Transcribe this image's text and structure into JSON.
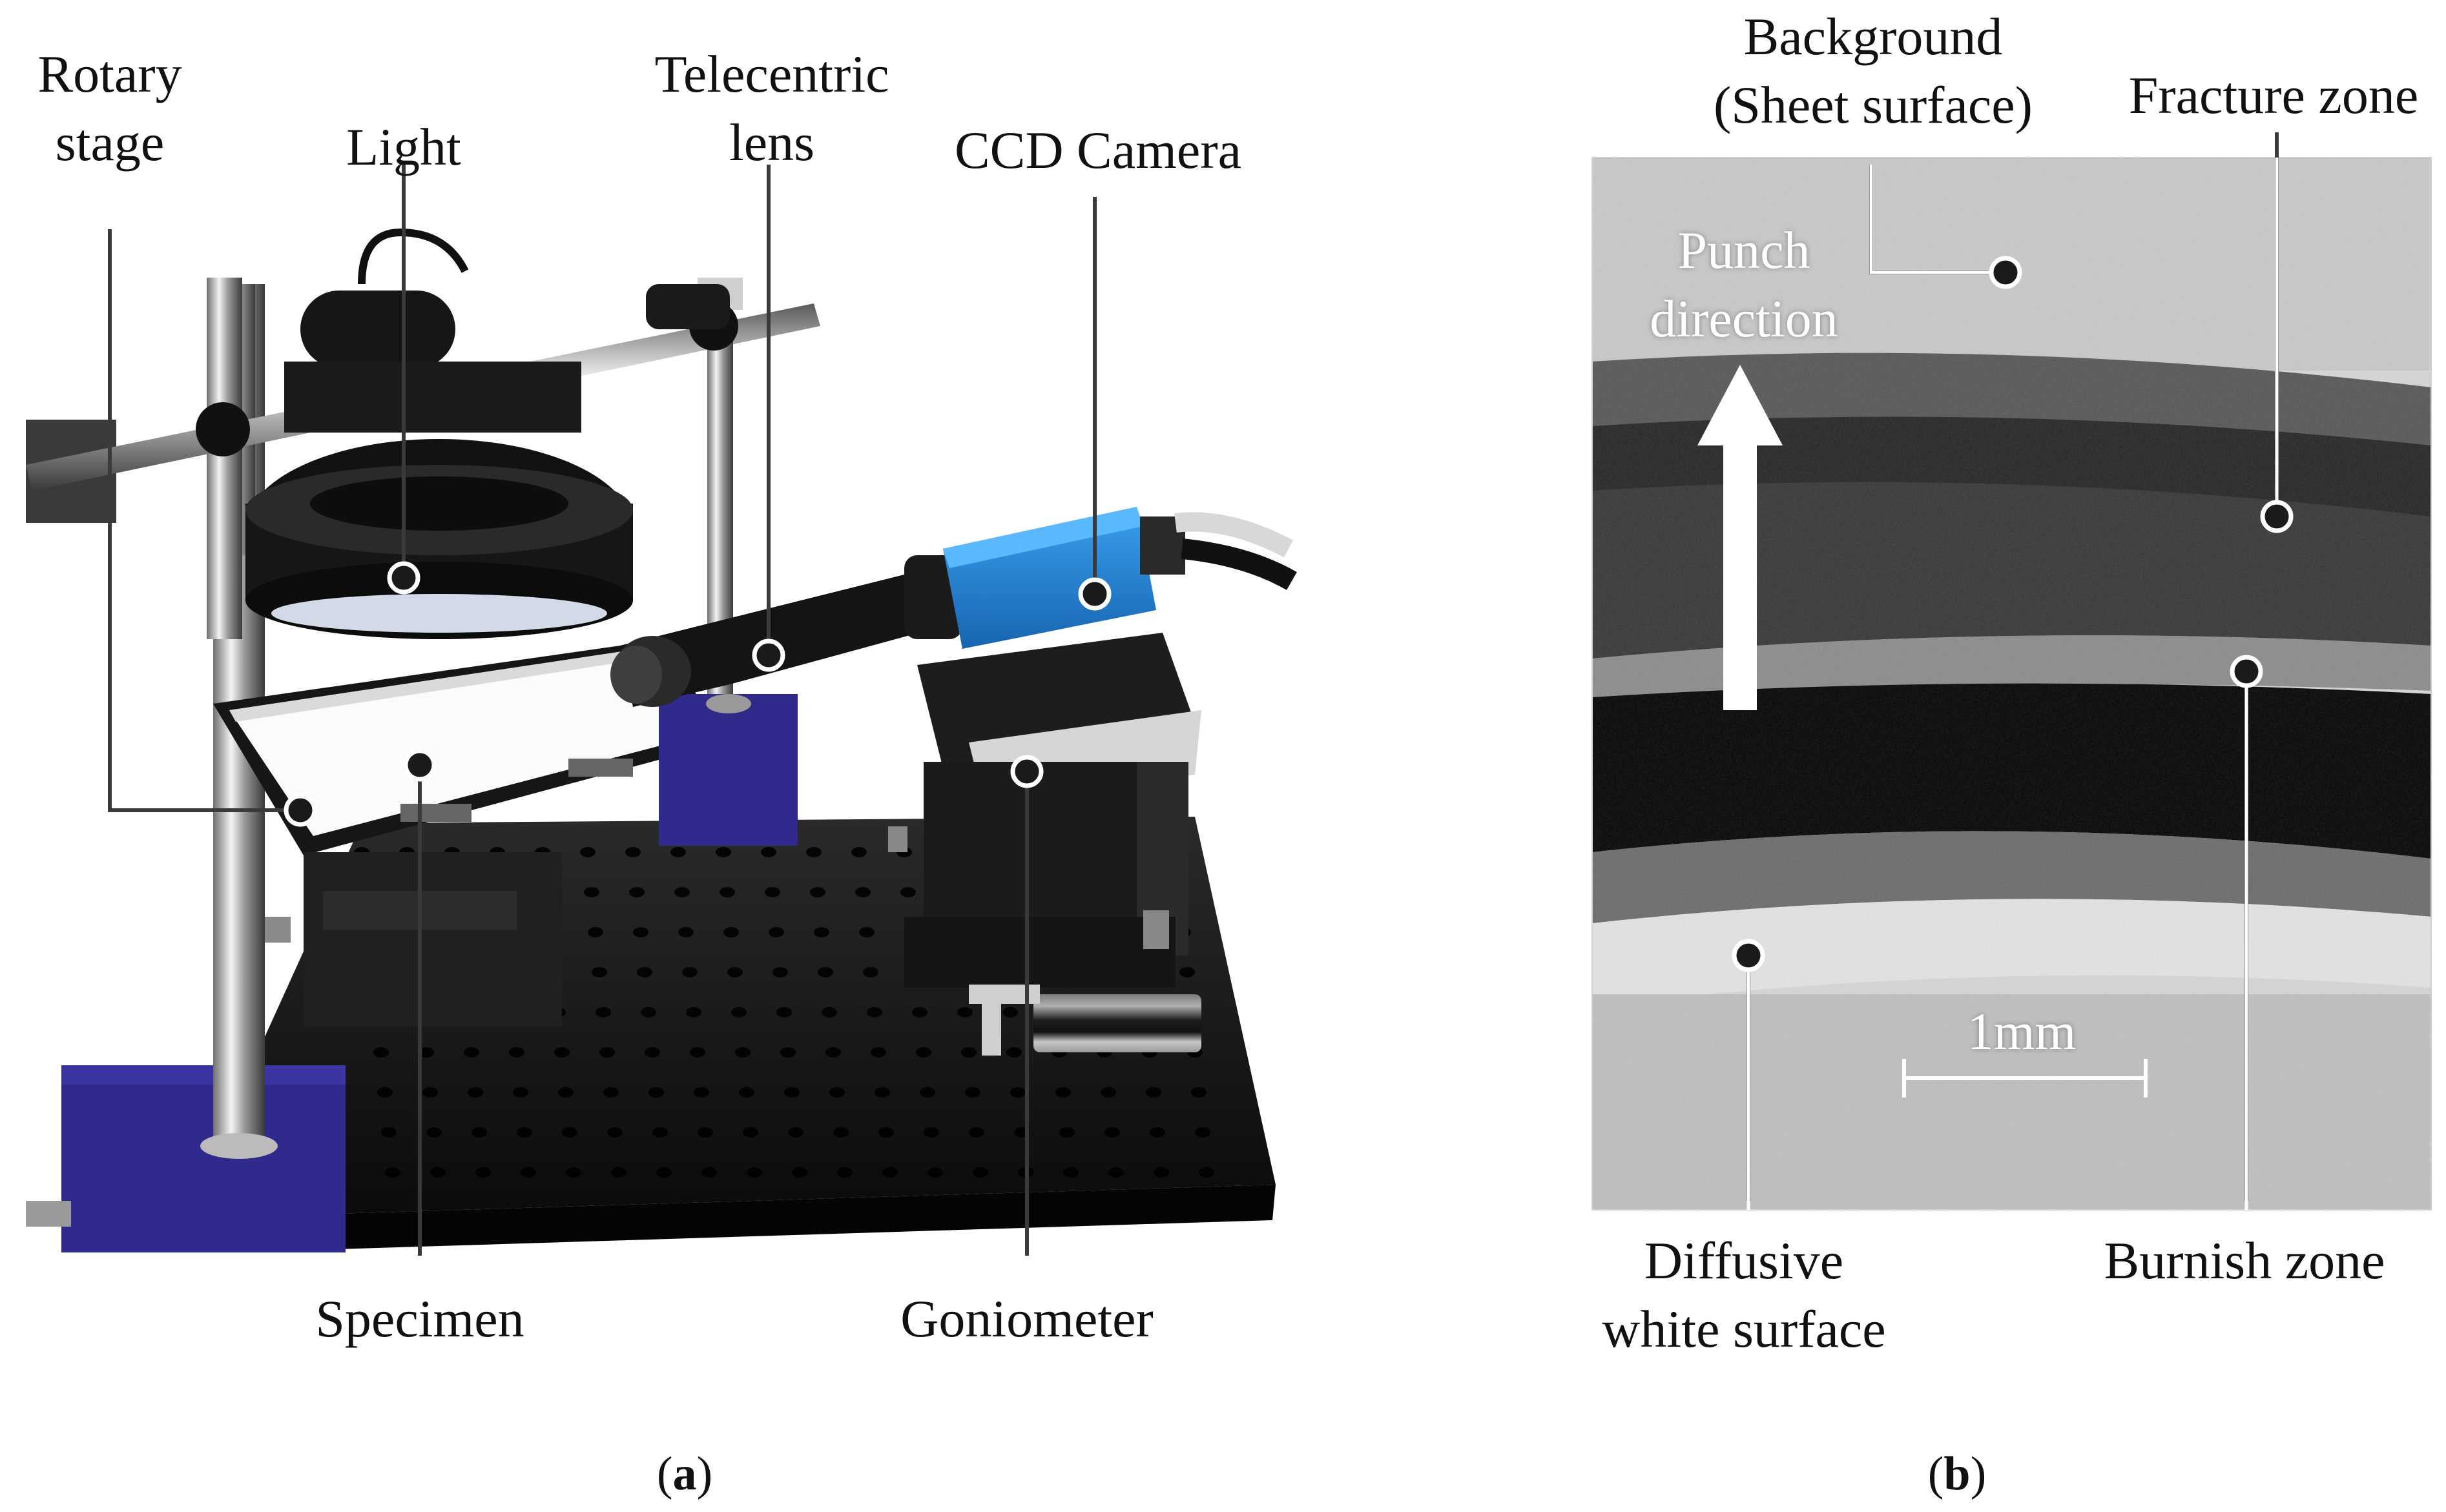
{
  "panel_a": {
    "labels": {
      "rotary_stage": "Rotary\nstage",
      "light": "Light",
      "telecentric_lens": "Telecentric\nlens",
      "ccd_camera": "CCD Camera",
      "specimen": "Specimen",
      "goniometer": "Goniometer"
    },
    "caption_letter": "a"
  },
  "panel_b": {
    "labels": {
      "background": "Background\n(Sheet surface)",
      "fracture_zone": "Fracture zone",
      "punch_direction": "Punch\ndirection",
      "scale_bar": "1mm",
      "diffusive_white_surface": "Diffusive\nwhite surface",
      "burnish_zone": "Burnish zone"
    },
    "caption_letter": "b"
  },
  "colors": {
    "camera_blue": "#1e7fd0",
    "stand_blue": "#2f2a8c",
    "leader_line": "#3a3a3a",
    "marker": "#1a1a1a"
  }
}
